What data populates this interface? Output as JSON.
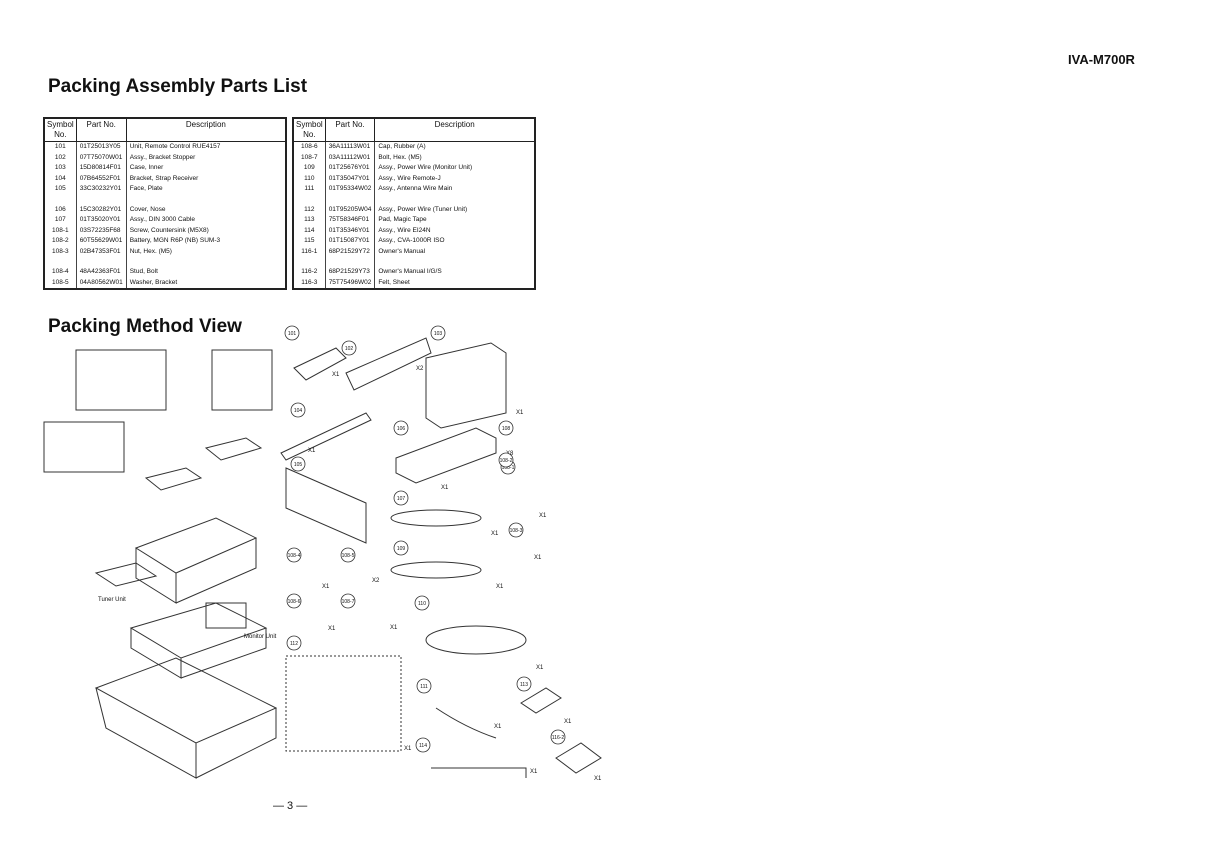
{
  "model": "IVA-M700R",
  "title_parts": "Packing Assembly Parts List",
  "title_view": "Packing Method View",
  "headers": {
    "symbol": "Symbol No.",
    "part": "Part No.",
    "desc": "Description"
  },
  "left_rows": [
    {
      "sym": "101",
      "part": "01T25013Y05",
      "desc": "Unit, Remote Control RUE4157"
    },
    {
      "sym": "102",
      "part": "07T75070W01",
      "desc": "Assy., Bracket Stopper"
    },
    {
      "sym": "103",
      "part": "15D80814F01",
      "desc": "Case, Inner"
    },
    {
      "sym": "104",
      "part": "07B64552F01",
      "desc": "Bracket, Strap Receiver"
    },
    {
      "sym": "105",
      "part": "33C30232Y01",
      "desc": "Face, Plate"
    },
    {
      "sym": "106",
      "part": "15C30282Y01",
      "desc": "Cover, Nose"
    },
    {
      "sym": "107",
      "part": "01T35020Y01",
      "desc": "Assy., DIN 3000 Cable"
    },
    {
      "sym": "108-1",
      "part": "03S72235F68",
      "desc": "Screw, Countersink (M5X8)"
    },
    {
      "sym": "108-2",
      "part": "60T55629W01",
      "desc": "Battery, MGN R6P (NB) SUM-3"
    },
    {
      "sym": "108-3",
      "part": "02B47353F01",
      "desc": "Nut, Hex. (M5)"
    },
    {
      "sym": "108-4",
      "part": "48A42363F01",
      "desc": "Stud, Bolt"
    },
    {
      "sym": "108-5",
      "part": "04A80562W01",
      "desc": "Washer, Bracket"
    }
  ],
  "right_rows": [
    {
      "sym": "108-6",
      "part": "36A11113W01",
      "desc": "Cap, Rubber (A)"
    },
    {
      "sym": "108-7",
      "part": "03A11112W01",
      "desc": "Bolt, Hex. (M5)"
    },
    {
      "sym": "109",
      "part": "01T25676Y01",
      "desc": "Assy., Power Wire (Monitor Unit)"
    },
    {
      "sym": "110",
      "part": "01T35047Y01",
      "desc": "Assy., Wire Remote-J"
    },
    {
      "sym": "111",
      "part": "01T95334W02",
      "desc": "Assy., Antenna Wire Main"
    },
    {
      "sym": "112",
      "part": "01T95205W04",
      "desc": "Assy., Power Wire (Tuner Unit)"
    },
    {
      "sym": "113",
      "part": "75T58346F01",
      "desc": "Pad, Magic Tape"
    },
    {
      "sym": "114",
      "part": "01T35346Y01",
      "desc": "Assy., Wire EI24N"
    },
    {
      "sym": "115",
      "part": "01T15087Y01",
      "desc": "Assy., CVA-1000R ISO"
    },
    {
      "sym": "116-1",
      "part": "68P21529Y72",
      "desc": "Owner's Manual"
    },
    {
      "sym": "116-2",
      "part": "68P21529Y73",
      "desc": "Owner's Manual I/G/S"
    },
    {
      "sym": "116-3",
      "part": "75T75496W02",
      "desc": "Felt, Sheet"
    }
  ],
  "diagram_labels": {
    "tuner": "Tuner Unit",
    "monitor": "Monitor Unit",
    "tags": [
      "101",
      "102",
      "103",
      "104",
      "105",
      "106",
      "107",
      "108",
      "108-1",
      "108-2",
      "108-3",
      "108-4",
      "108-5",
      "108-6",
      "108-7",
      "109",
      "110",
      "111",
      "112",
      "113",
      "114",
      "116-2"
    ],
    "qty": [
      "X1",
      "X2",
      "X8"
    ]
  },
  "page_number": "— 3 —"
}
